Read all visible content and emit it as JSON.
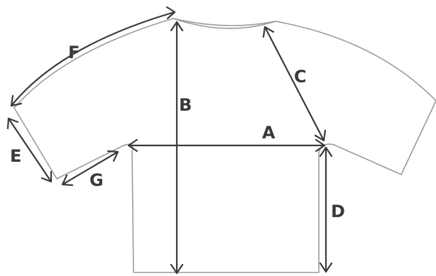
{
  "diagram": {
    "labels": {
      "a": "A",
      "b": "B",
      "c": "C",
      "d": "D",
      "e": "E",
      "f": "F",
      "g": "G"
    },
    "colors": {
      "background": "#ffffff",
      "garment_outline": "#9b9b9b",
      "measurement_lines": "#3a3a3a",
      "label_text": "#3a3a3a"
    }
  }
}
